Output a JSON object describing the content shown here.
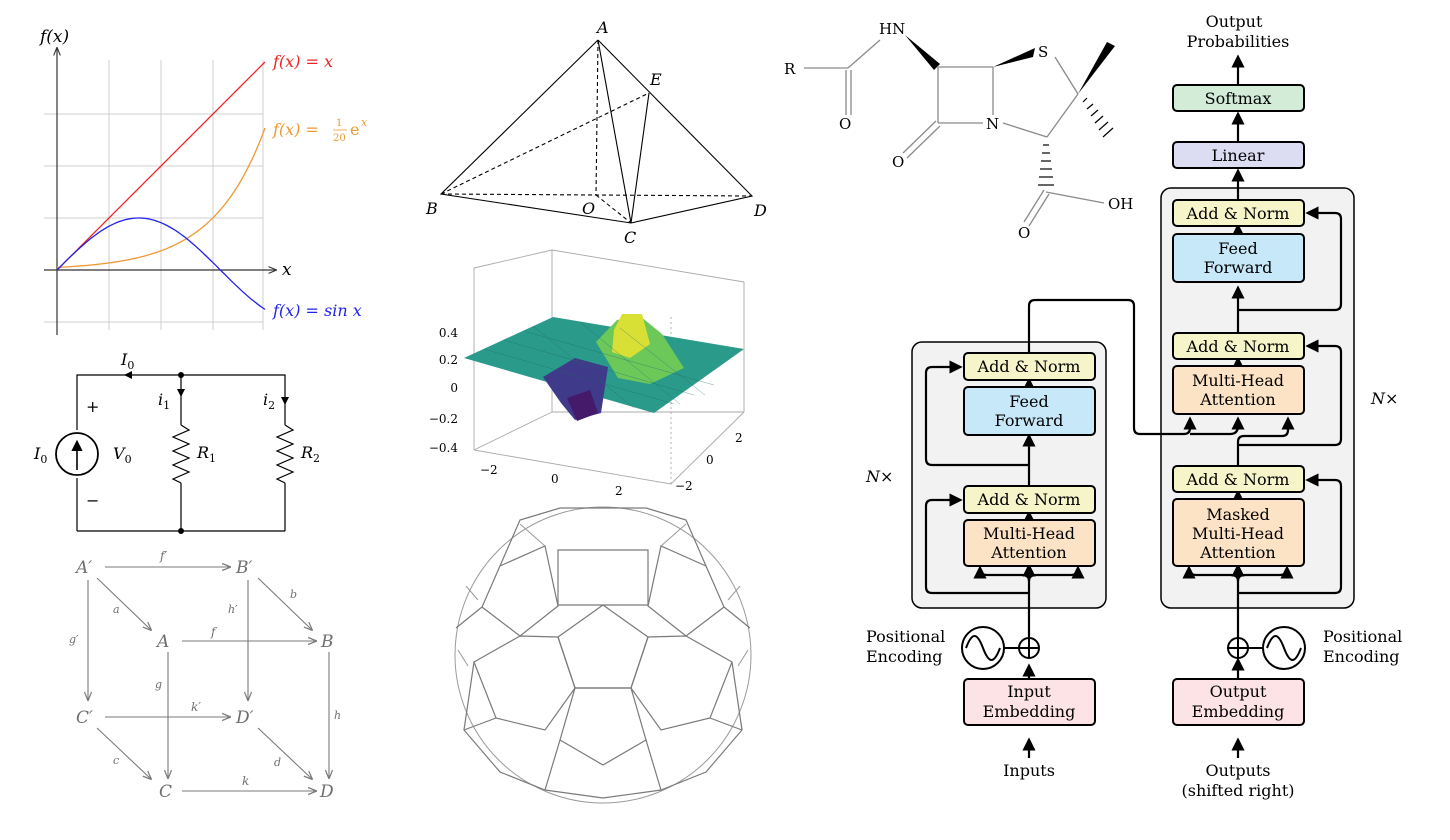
{
  "colors": {
    "red": "#ee2222",
    "orange": "#ee9933",
    "blue": "#2222ee",
    "grid": "#cfcfcf",
    "diagram_gray": "#7a7a7a",
    "embed_pink": "#fde3e5",
    "attn_orange": "#fde3c5",
    "norm_yellow": "#f5f5c9",
    "ff_blue": "#c7e8f8",
    "linear_lav": "#dcdcf2",
    "softmax_green": "#d2ecd8",
    "stack_bg": "#f2f2f2"
  },
  "function_plot": {
    "y_axis_label": "f(x)",
    "x_axis_label": "x",
    "curves": [
      {
        "label": "f(x) = x",
        "kind": "identity"
      },
      {
        "label_main": "f(x) = ",
        "frac_num": "1",
        "frac_den": "20",
        "label_tail": "e",
        "label_sup": "x",
        "kind": "exp"
      },
      {
        "label": "f(x) = sin x",
        "kind": "sin"
      }
    ]
  },
  "circuit": {
    "current_total": "I",
    "current_total_sub": "0",
    "source_label": "I",
    "source_label_sub": "0",
    "voltage_label": "V",
    "voltage_label_sub": "0",
    "plus": "+",
    "minus": "−",
    "branch1_current": "i",
    "branch1_sub": "1",
    "branch2_current": "i",
    "branch2_sub": "2",
    "r1": "R",
    "r1_sub": "1",
    "r2": "R",
    "r2_sub": "2"
  },
  "cube_diagram": {
    "A_prime": "A′",
    "B_prime": "B′",
    "C_prime": "C′",
    "D_prime": "D′",
    "A": "A",
    "B": "B",
    "C": "C",
    "D": "D",
    "f_prime": "f′",
    "f": "f",
    "k_prime": "k′",
    "k": "k",
    "a": "a",
    "b": "b",
    "c": "c",
    "d": "d",
    "g_prime": "g′",
    "g": "g",
    "h_prime": "h′",
    "h": "h"
  },
  "pyramid": {
    "A": "A",
    "B": "B",
    "C": "C",
    "D": "D",
    "E": "E",
    "O": "O"
  },
  "surface_plot": {
    "z_ticks": [
      "0.4",
      "0.2",
      "0",
      "−0.2",
      "−0.4"
    ],
    "x_ticks": [
      "−2",
      "0",
      "2"
    ],
    "y_ticks": [
      "2",
      "0",
      "−2"
    ]
  },
  "molecule": {
    "R": "R",
    "HN": "HN",
    "S": "S",
    "N": "N",
    "O_amide": "O",
    "O_lactam": "O",
    "O_acid": "O",
    "OH": "OH"
  },
  "transformer": {
    "output_probs_1": "Output",
    "output_probs_2": "Probabilities",
    "softmax": "Softmax",
    "linear": "Linear",
    "add_norm": "Add & Norm",
    "feed_1": "Feed",
    "feed_2": "Forward",
    "mha_1": "Multi-Head",
    "mha_2": "Attention",
    "masked": "Masked",
    "nx": "N×",
    "pos_enc_1": "Positional",
    "pos_enc_2": "Encoding",
    "input_emb_1": "Input",
    "input_emb_2": "Embedding",
    "output_emb_1": "Output",
    "output_emb_2": "Embedding",
    "inputs": "Inputs",
    "outputs_1": "Outputs",
    "outputs_2": "(shifted right)"
  }
}
